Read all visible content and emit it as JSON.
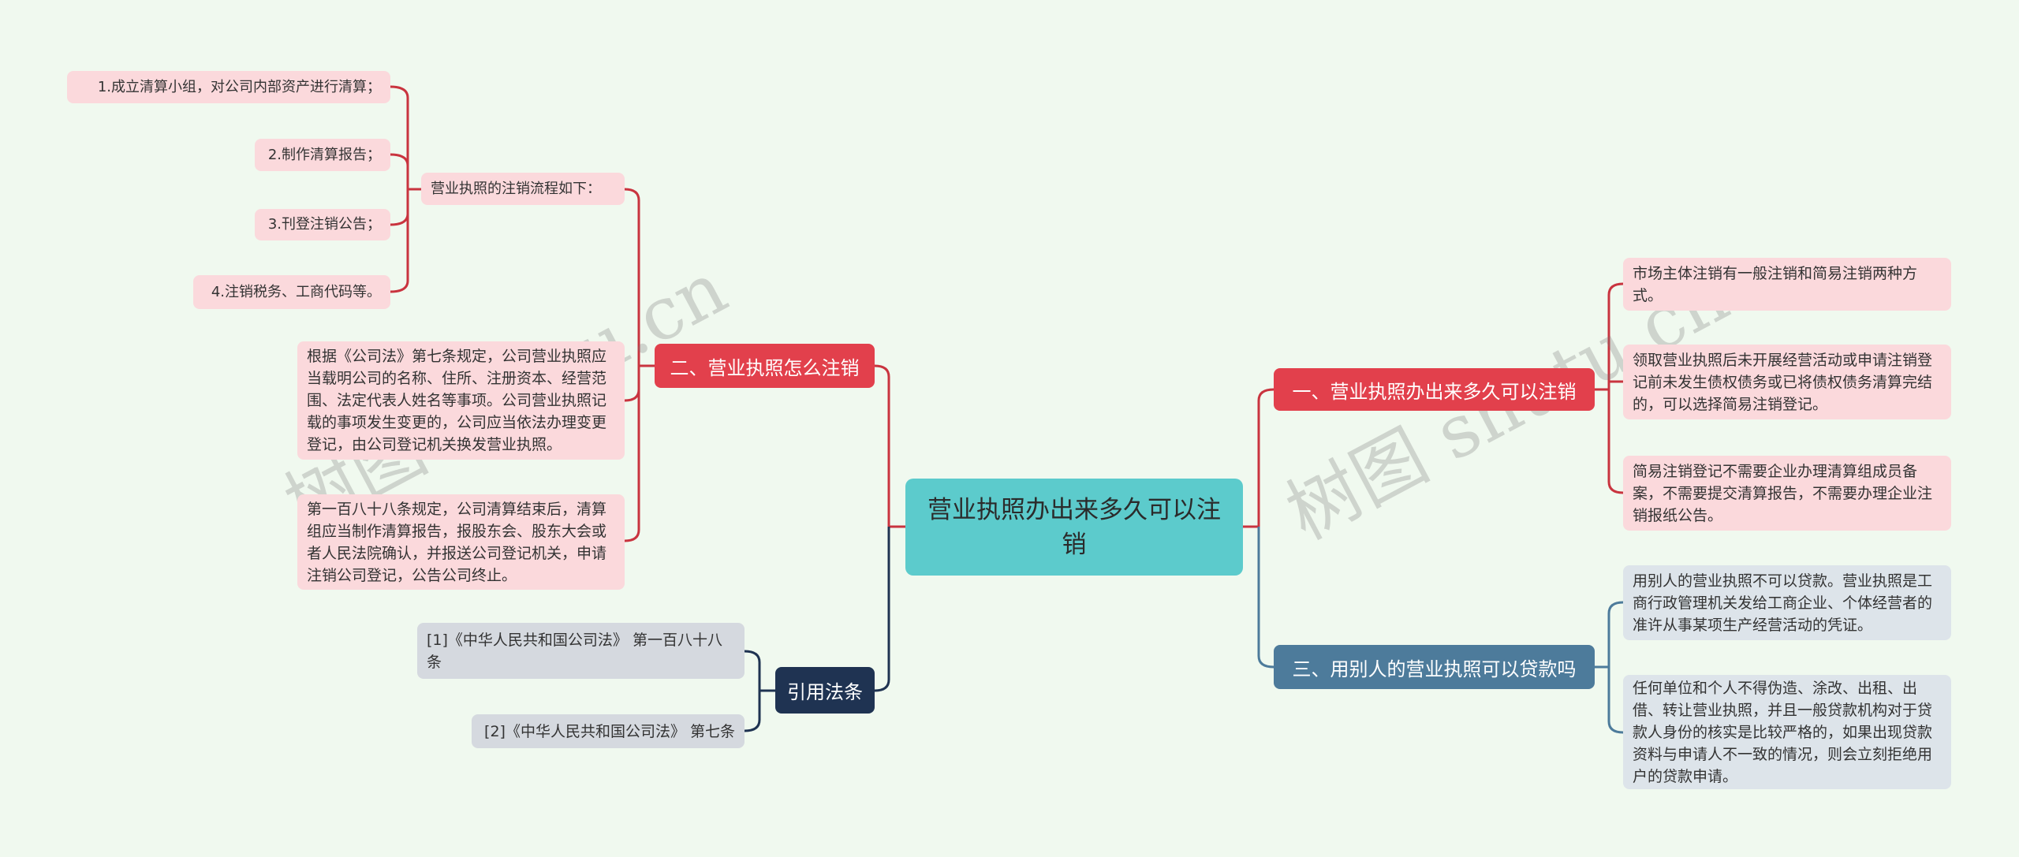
{
  "center": "营业执照办出来多久可以注销",
  "branches": {
    "b1": {
      "label": "一、营业执照办出来多久可以注销",
      "color": "#e2404c",
      "leaves": [
        "市场主体注销有一般注销和简易注销两种方式。",
        "领取营业执照后未开展经营活动或申请注销登记前未发生债权债务或已将债权债务清算完结的，可以选择简易注销登记。",
        "简易注销登记不需要企业办理清算组成员备案，不需要提交清算报告，不需要办理企业注销报纸公告。"
      ]
    },
    "b2": {
      "label": "二、营业执照怎么注销",
      "color": "#e2404c",
      "process": {
        "label": "营业执照的注销流程如下：",
        "steps": [
          "1.成立清算小组，对公司内部资产进行清算；",
          "2.制作清算报告；",
          "3.刊登注销公告；",
          "4.注销税务、工商代码等。"
        ]
      },
      "leaves": [
        "根据《公司法》第七条规定，公司营业执照应当载明公司的名称、住所、注册资本、经营范围、法定代表人姓名等事项。公司营业执照记载的事项发生变更的，公司应当依法办理变更登记，由公司登记机关换发营业执照。",
        "第一百八十八条规定，公司清算结束后，清算组应当制作清算报告，报股东会、股东大会或者人民法院确认，并报送公司登记机关，申请注销公司登记，公告公司终止。"
      ]
    },
    "b3": {
      "label": "三、用别人的营业执照可以贷款吗",
      "color": "#4d7b9b",
      "leaves": [
        "用别人的营业执照不可以贷款。营业执照是工商行政管理机关发给工商企业、个体经营者的准许从事某项生产经营活动的凭证。",
        "任何单位和个人不得伪造、涂改、出租、出借、转让营业执照，并且一般贷款机构对于贷款人身份的核实是比较严格的，如果出现贷款资料与申请人不一致的情况，则会立刻拒绝用户的贷款申请。"
      ]
    },
    "refs": {
      "label": "引用法条",
      "color": "#1f3352",
      "items": [
        "[1]《中华人民共和国公司法》 第一百八十八条",
        "[2]《中华人民共和国公司法》 第七条"
      ]
    }
  },
  "watermark": "树图 shutu.cn"
}
